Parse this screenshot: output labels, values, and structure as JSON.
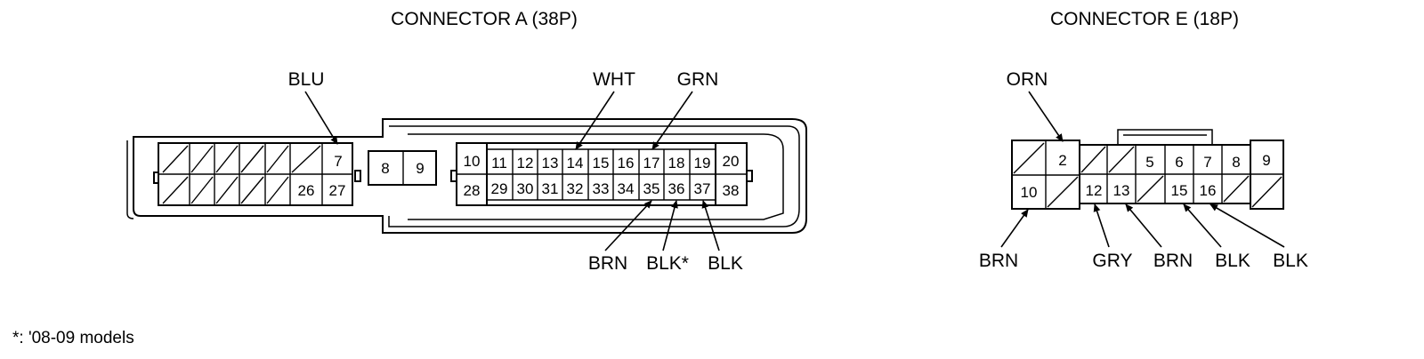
{
  "connector_a": {
    "title": "CONNECTOR A (38P)",
    "pins": {
      "p7": "7",
      "p26": "26",
      "p27": "27",
      "p8": "8",
      "p9": "9",
      "p10": "10",
      "p11": "11",
      "p12": "12",
      "p13": "13",
      "p14": "14",
      "p15": "15",
      "p16": "16",
      "p17": "17",
      "p18": "18",
      "p19": "19",
      "p20": "20",
      "p28": "28",
      "p29": "29",
      "p30": "30",
      "p31": "31",
      "p32": "32",
      "p33": "33",
      "p34": "34",
      "p35": "35",
      "p36": "36",
      "p37": "37",
      "p38": "38"
    },
    "wires": {
      "blu": "BLU",
      "wht": "WHT",
      "grn": "GRN",
      "brn": "BRN",
      "blk_star": "BLK*",
      "blk": "BLK"
    }
  },
  "connector_e": {
    "title": "CONNECTOR E (18P)",
    "pins": {
      "p2": "2",
      "p5": "5",
      "p6": "6",
      "p7": "7",
      "p8": "8",
      "p9": "9",
      "p10": "10",
      "p12": "12",
      "p13": "13",
      "p15": "15",
      "p16": "16"
    },
    "wires": {
      "orn": "ORN",
      "brn_left": "BRN",
      "gry": "GRY",
      "brn": "BRN",
      "blk_1": "BLK",
      "blk_2": "BLK"
    }
  },
  "footnote": "*: '08-09 models"
}
